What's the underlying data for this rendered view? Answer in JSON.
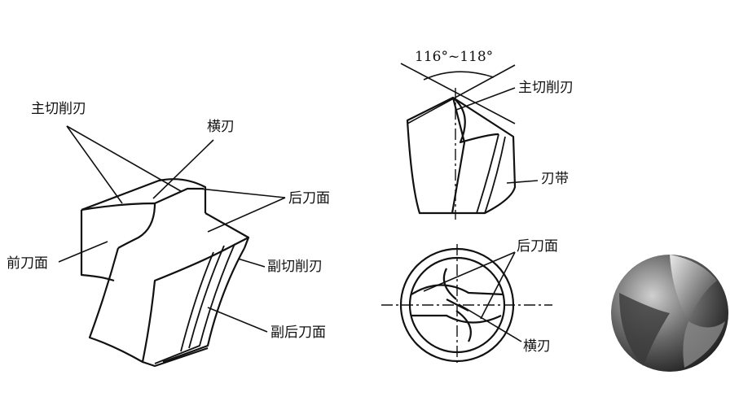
{
  "figure_left": {
    "labels": {
      "main_cutting_edge": "主切削刃",
      "chisel_edge": "横刃",
      "flank_face": "后刀面",
      "rake_face": "前刀面",
      "minor_cutting_edge": "副切削刃",
      "minor_flank_face": "副后刀面"
    }
  },
  "figure_right": {
    "labels": {
      "point_angle": "116°~118°",
      "main_cutting_edge": "主切削刃",
      "margin": "刃带",
      "flank_face": "后刀面",
      "chisel_edge": "横刃"
    }
  }
}
